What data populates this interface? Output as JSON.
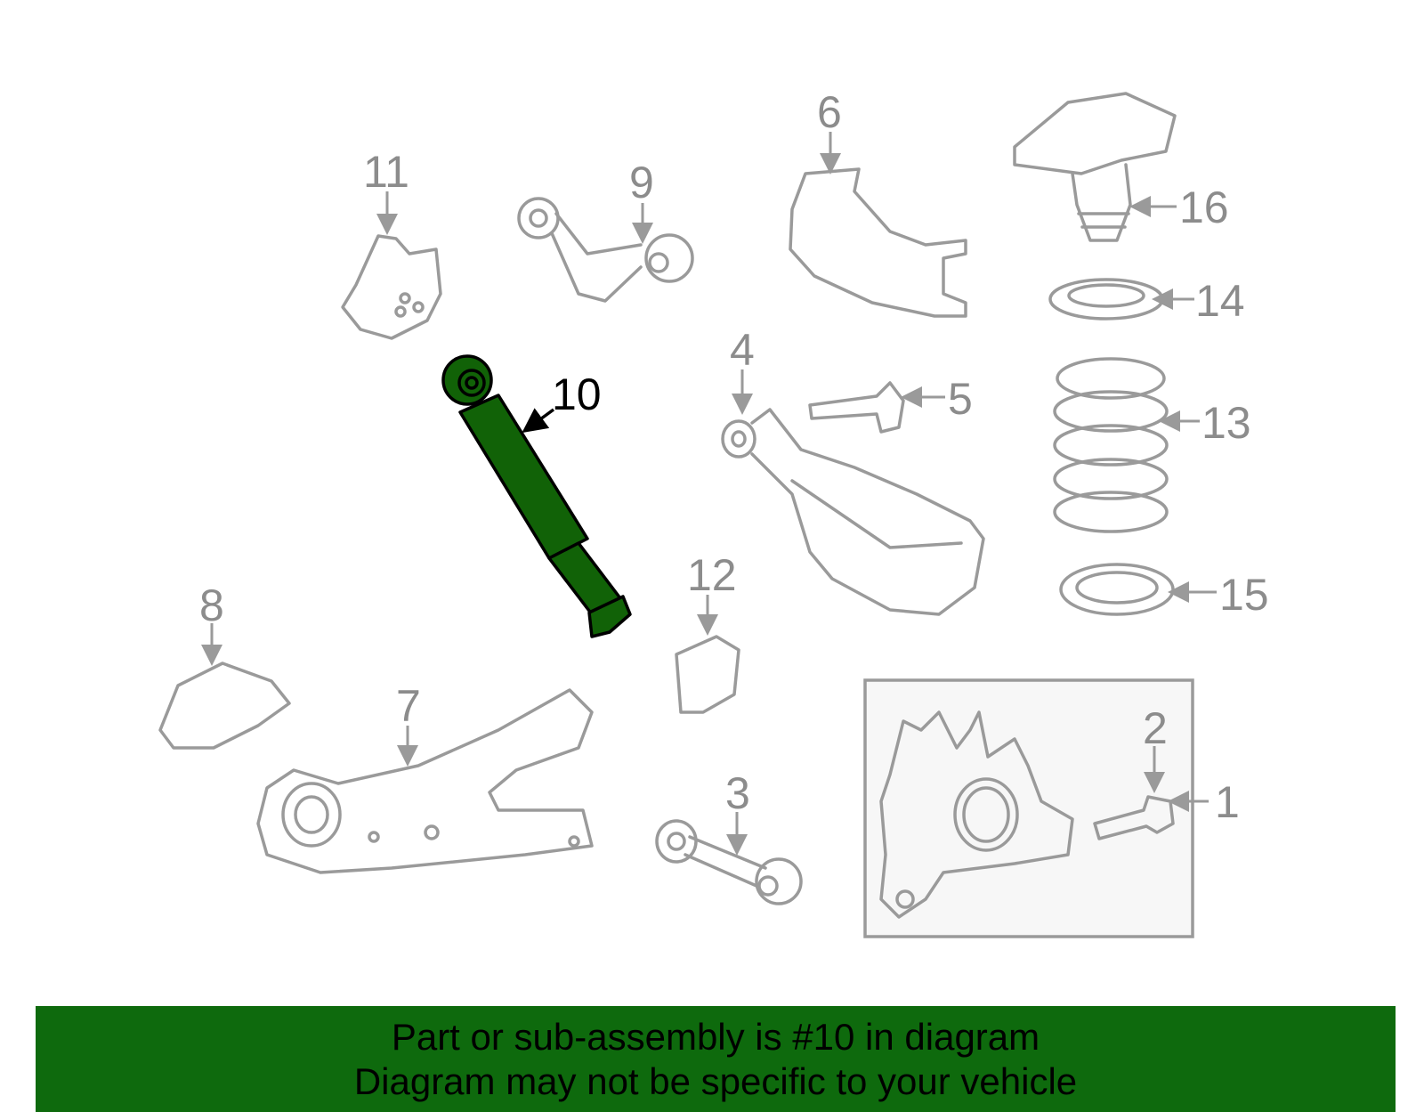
{
  "diagram": {
    "highlight_color": "#116207",
    "line_color": "#9a9a9a",
    "highlighted_part": "10",
    "callouts": [
      "1",
      "2",
      "3",
      "4",
      "5",
      "6",
      "7",
      "8",
      "9",
      "10",
      "11",
      "12",
      "13",
      "14",
      "15",
      "16"
    ]
  },
  "banner": {
    "background": "#0e6a0d",
    "line1": "Part or sub-assembly is #10 in diagram",
    "line2": "Diagram may not be specific to your vehicle"
  }
}
